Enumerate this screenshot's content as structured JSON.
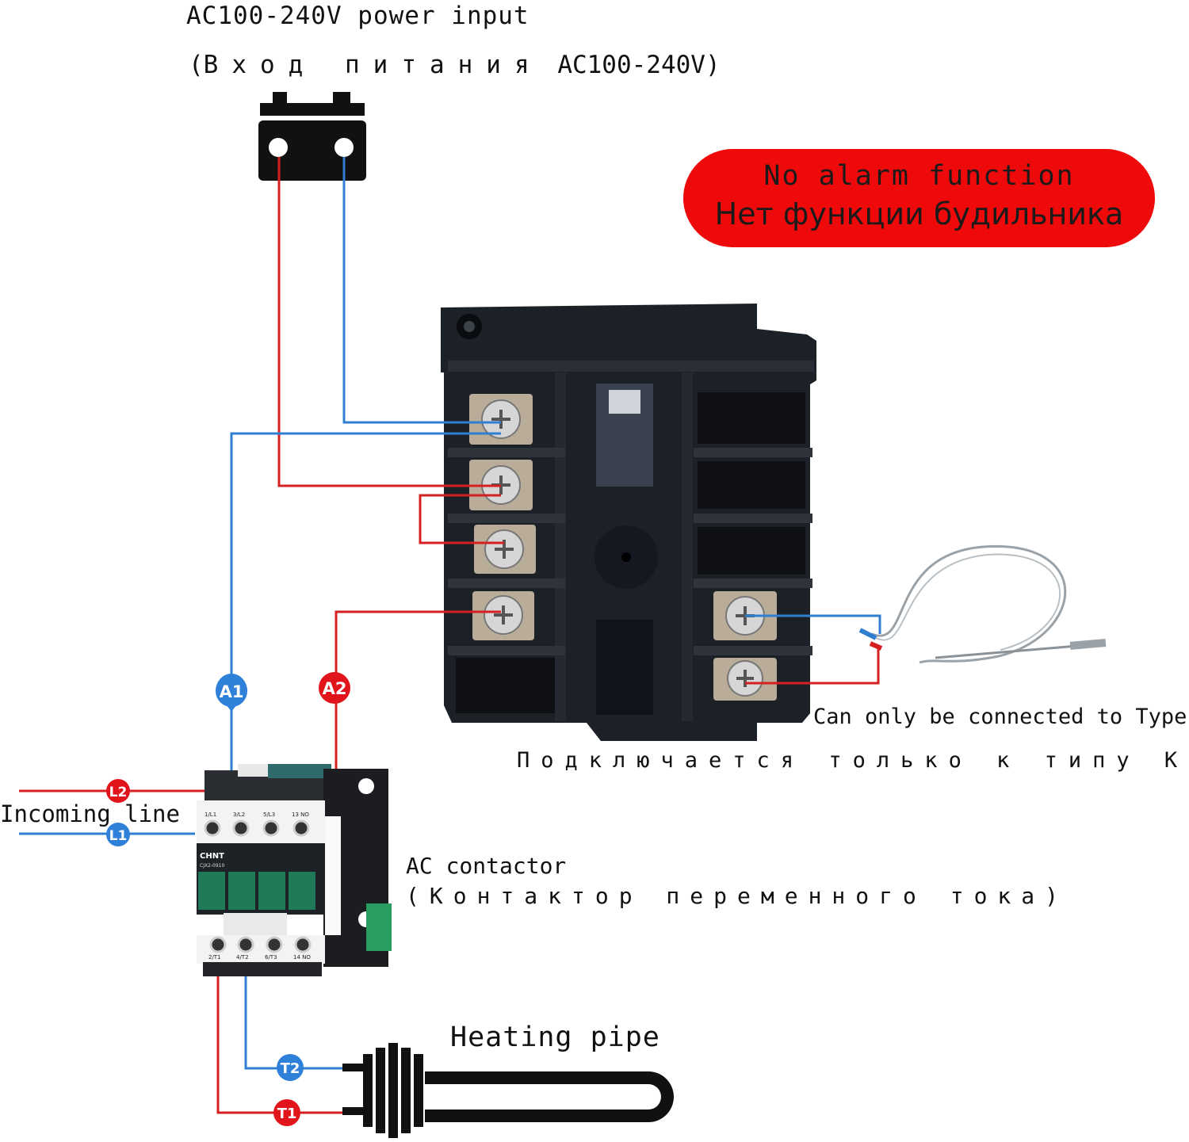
{
  "power": {
    "title": "AC100-240V power input",
    "sub_open": "(",
    "sub_ru": "Вход питания",
    "sub_voltage": "AC100-240V)"
  },
  "alarm": {
    "en": "No alarm function",
    "ru": "Нет функции будильника"
  },
  "sensor_note": {
    "en": "Can only be connected to Type",
    "ru": "Подключается только к типу К"
  },
  "incoming_line": "Incoming line",
  "contactor": {
    "en": "AC contactor",
    "ru": "(Контактор переменного тока)",
    "brand": "CHNT",
    "model": "CJX2-0910",
    "top_terminals": [
      "1/L1",
      "3/L2",
      "5/L3",
      "13 NO"
    ],
    "bottom_terminals": [
      "2/T1",
      "4/T2",
      "6/T3",
      "14 NO"
    ]
  },
  "heating_pipe": "Heating pipe",
  "labels": {
    "A1": "A1",
    "A2": "A2",
    "L1": "L1",
    "L2": "L2",
    "T1": "T1",
    "T2": "T2"
  },
  "colors": {
    "live_wire": "#d42020",
    "neutral_wire": "#2f7fd0",
    "badge_red": "#e2141b",
    "badge_blue": "#2f80d8",
    "alarm_bg": "#ee0a0a",
    "device_body": "#1b1f26"
  }
}
